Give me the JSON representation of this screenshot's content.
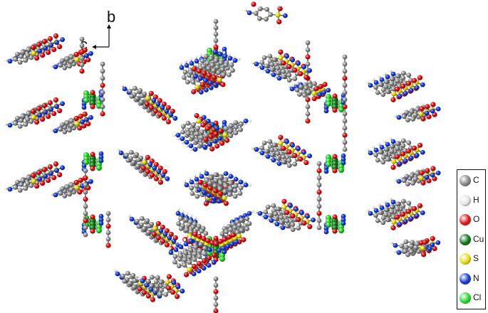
{
  "axes": {
    "vertical_label": "b",
    "horizontal_label": "c"
  },
  "legend": {
    "items": [
      {
        "label": "C",
        "color": "#8a8a8a"
      },
      {
        "label": "H",
        "color": "#e6e6e6"
      },
      {
        "label": "O",
        "color": "#e21a1a"
      },
      {
        "label": "Cu",
        "color": "#137a1e"
      },
      {
        "label": "S",
        "color": "#e9de1c"
      },
      {
        "label": "N",
        "color": "#1a3fd8"
      },
      {
        "label": "Cl",
        "color": "#2edc2e"
      }
    ]
  },
  "colors": {
    "carbon": "#8a8a8a",
    "hydrogen": "#e6e6e6",
    "oxygen": "#e21a1a",
    "copper": "#137a1e",
    "sulfur": "#e9de1c",
    "nitrogen": "#1a3fd8",
    "chlorine": "#2edc2e",
    "bond": "#555555"
  }
}
